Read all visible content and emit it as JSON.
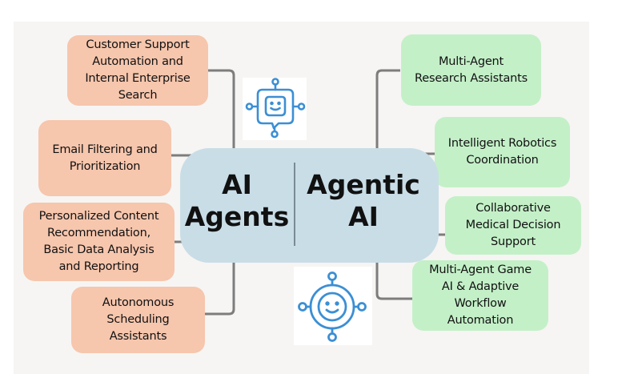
{
  "diagram": {
    "center": {
      "left_title": "AI\nAgents",
      "right_title": "Agentic\nAI",
      "color": "#c9dde7"
    },
    "ai_agents_items": [
      {
        "label": "Customer Support\nAutomation and\nInternal Enterprise\nSearch"
      },
      {
        "label": "Email Filtering and\nPrioritization"
      },
      {
        "label": "Personalized Content\nRecommendation,\nBasic Data Analysis\nand Reporting"
      },
      {
        "label": "Autonomous\nScheduling\nAssistants"
      }
    ],
    "agentic_ai_items": [
      {
        "label": "Multi-Agent\nResearch Assistants"
      },
      {
        "label": "Intelligent Robotics\nCoordination"
      },
      {
        "label": "Collaborative\nMedical Decision\nSupport"
      },
      {
        "label": "Multi-Agent Game\nAI & Adaptive\nWorkflow\nAutomation"
      }
    ],
    "icons": {
      "top": "chatbot-robot-icon",
      "bottom": "network-smiley-icon"
    },
    "colors": {
      "ai_agents_box": "#f6c6ad",
      "agentic_ai_box": "#c4f0c8",
      "connector": "#7d7d7d",
      "icon": "#3b8fd4"
    }
  }
}
